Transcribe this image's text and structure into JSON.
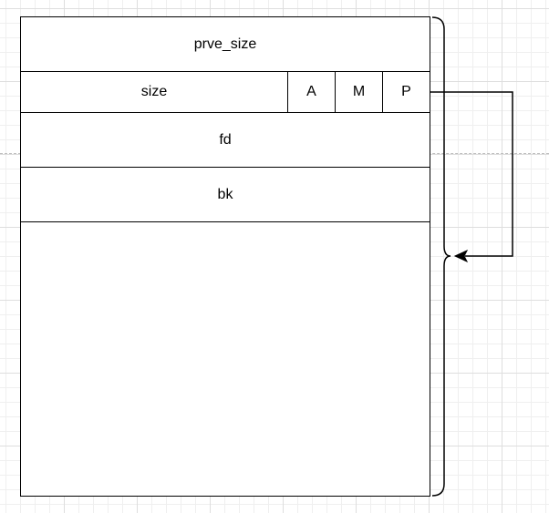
{
  "chunk": {
    "fields": {
      "prev_size": "prve_size",
      "size": "size",
      "fd": "fd",
      "bk": "bk"
    },
    "flags": {
      "a": "A",
      "m": "M",
      "p": "P"
    }
  }
}
